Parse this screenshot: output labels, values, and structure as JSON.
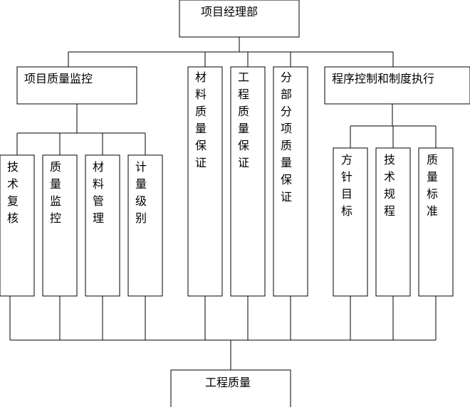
{
  "top": {
    "label": "项目经理部"
  },
  "quality_control": {
    "label": "项目质量监控",
    "children": [
      "技术复核",
      "质量监控",
      "材料管理",
      "计量级别"
    ]
  },
  "material_assurance": {
    "label": "材料质量保证"
  },
  "engineering_assurance": {
    "label": "工程质量保证"
  },
  "subitem_assurance": {
    "label": "分部分项质量保证"
  },
  "procedure": {
    "label": "程序控制和制度执行",
    "children": [
      "方针目标",
      "技术规程",
      "质量标准"
    ]
  },
  "bottom": {
    "label": "工程质量"
  }
}
